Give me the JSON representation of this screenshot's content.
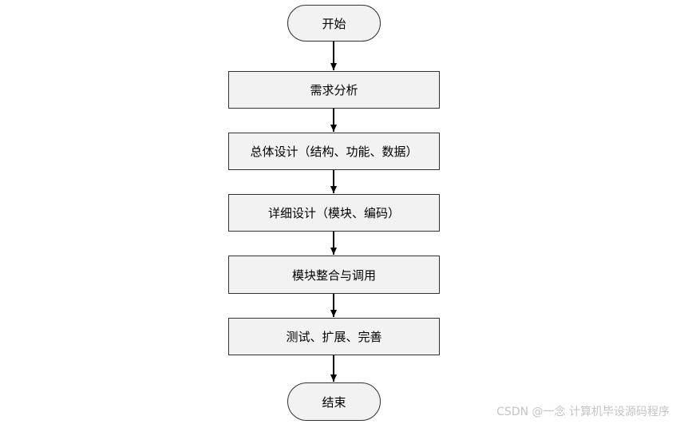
{
  "flowchart": {
    "start": "开始",
    "steps": [
      "需求分析",
      "总体设计（结构、功能、数据）",
      "详细设计（模块、编码）",
      "模块整合与调用",
      "测试、扩展、完善"
    ],
    "end": "结束"
  },
  "watermark": "CSDN @一念 计算机毕设源码程序",
  "colors": {
    "node_fill": "#f2f2f2",
    "node_border": "#333333",
    "arrow": "#000000",
    "watermark": "#c4c4c4"
  }
}
